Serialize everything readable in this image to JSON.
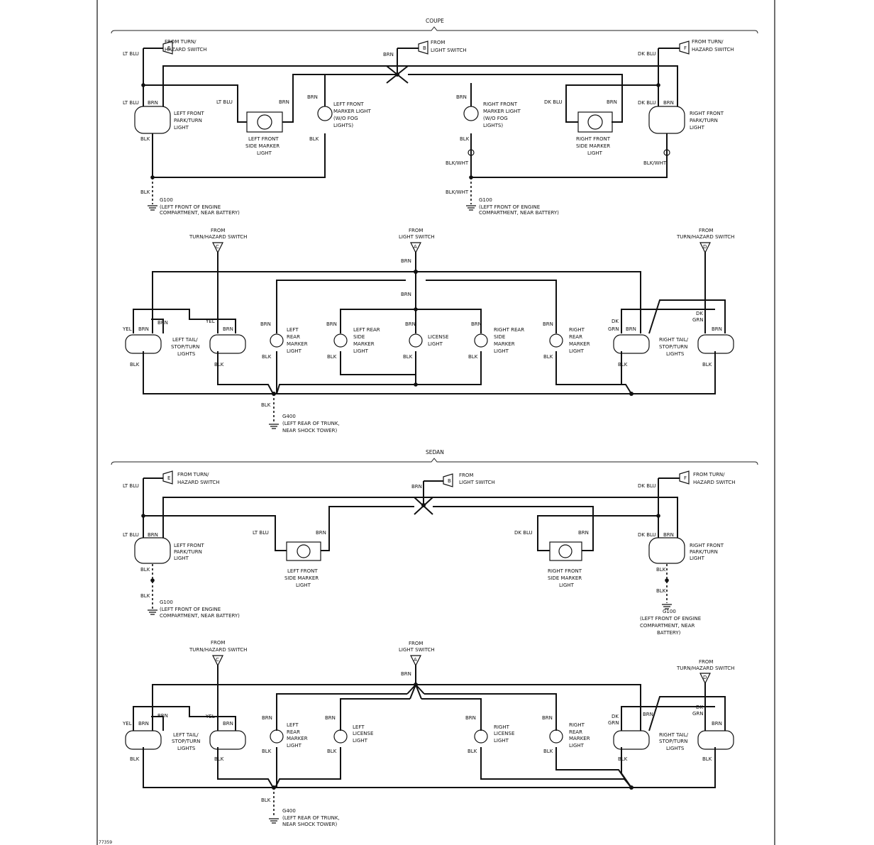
{
  "sections": {
    "coupe": "COUPE",
    "sedan": "SEDAN"
  },
  "source": {
    "turn1": "FROM TURN/",
    "turn2": "HAZARD SWITCH",
    "turn1b": "FROM TURN/",
    "turn2b": "HAZARD SWITCH",
    "light1": "FROM",
    "light2": "LIGHT SWITCH",
    "light1b": "FROM",
    "light2b": "LIGHT SWITCH",
    "from": "FROM",
    "turnhaz": "TURN/HAZARD SWITCH",
    "lightsw": "LIGHT SWITCH",
    "sedan_light1": "FROM"
  },
  "connectors": {
    "a": "A",
    "b": "B",
    "c": "C",
    "d": "D",
    "e": "E",
    "f": "F"
  },
  "wires": {
    "lt_blu": "LT BLU",
    "dk_blu": "DK BLU",
    "brn": "BRN",
    "blk": "BLK",
    "blk_wht": "BLK/WHT",
    "yel": "YEL",
    "dk": "DK",
    "grn": "GRN"
  },
  "components": {
    "lf_park1": "LEFT FRONT",
    "lf_park2": "PARK/TURN",
    "lf_park3": "LIGHT",
    "rf_park1": "RIGHT FRONT",
    "rf_park2": "PARK/TURN",
    "rf_park3": "LIGHT",
    "lf_side1": "LEFT FRONT",
    "lf_side2": "SIDE MARKER",
    "lf_side3": "LIGHT",
    "rf_side1": "RIGHT FRONT",
    "rf_side2": "SIDE MARKER",
    "rf_side3": "LIGHT",
    "lf_mark1": "LEFT FRONT",
    "lf_mark2": "MARKER LIGHT",
    "lf_mark3": "(W/O FOG",
    "lf_mark4": "LIGHTS)",
    "rf_mark1": "RIGHT FRONT",
    "rf_mark2": "MARKER LIGHT",
    "rf_mark3": "(W/O FOG",
    "rf_mark4": "LIGHTS)",
    "lt_tail1": "LEFT TAIL/",
    "lt_tail2": "STOP/TURN",
    "lt_tail3": "LIGHTS",
    "rt_tail1": "RIGHT TAIL/",
    "rt_tail2": "STOP/TURN",
    "rt_tail3": "LIGHTS",
    "lr_mark1": "LEFT",
    "lr_mark2": "REAR",
    "lr_mark3": "MARKER",
    "lr_mark4": "LIGHT",
    "rr_mark1": "RIGHT",
    "rr_mark2": "REAR",
    "rr_mark3": "MARKER",
    "rr_mark4": "LIGHT",
    "lr_side1": "LEFT REAR",
    "lr_side2": "SIDE",
    "lr_side3": "MARKER",
    "lr_side4": "LIGHT",
    "rr_side1": "RIGHT REAR",
    "rr_side2": "SIDE",
    "rr_side3": "MARKER",
    "rr_side4": "LIGHT",
    "license1": "LICENSE",
    "license2": "LIGHT",
    "l_lic1": "LEFT",
    "l_lic2": "LICENSE",
    "l_lic3": "LIGHT",
    "r_lic1": "RIGHT",
    "r_lic2": "LICENSE",
    "r_lic3": "LIGHT"
  },
  "grounds": {
    "g100": "G100",
    "g100_a": "(LEFT FRONT OF ENGINE",
    "g100_b": "COMPARTMENT, NEAR BATTERY)",
    "g100_c": "(LEFT FRONT OF ENGINE",
    "g100_d": "COMPARTMENT, NEAR",
    "g100_e": "BATTERY)",
    "g400": "G400",
    "g400_a": "(LEFT REAR OF TRUNK,",
    "g400_b": "NEAR SHOCK TOWER)"
  },
  "figure_id": "77359"
}
